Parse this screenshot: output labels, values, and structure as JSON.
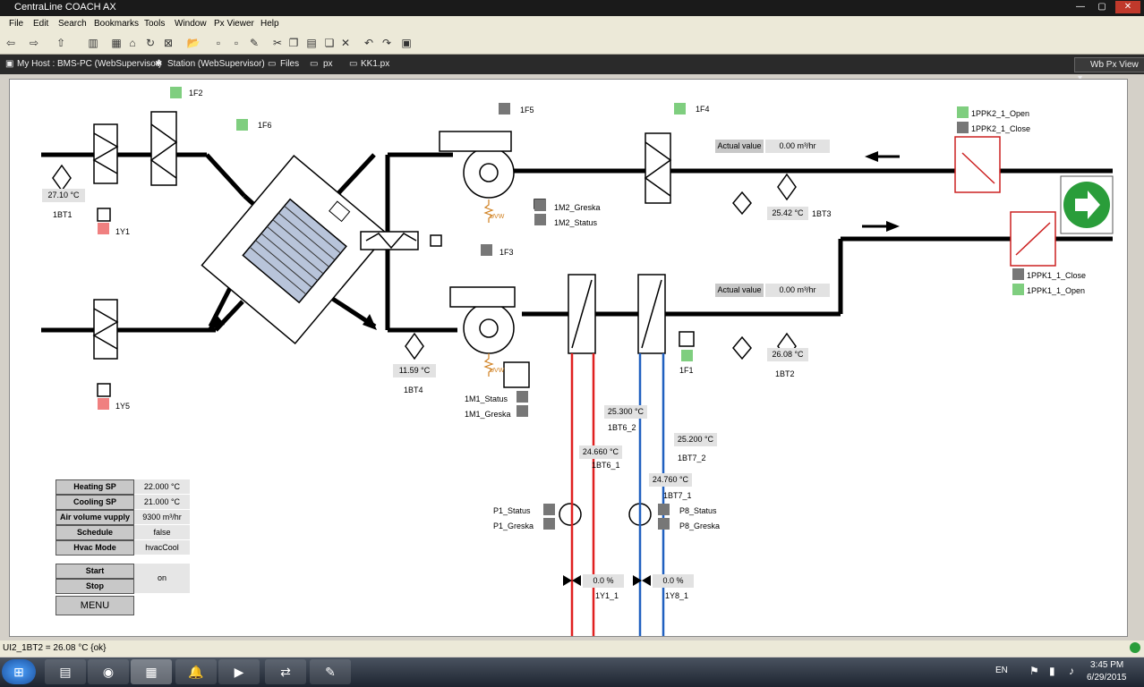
{
  "window": {
    "title": "CentraLine COACH AX"
  },
  "menu": [
    "File",
    "Edit",
    "Search",
    "Bookmarks",
    "Tools",
    "Window",
    "Px Viewer",
    "Help"
  ],
  "nav": {
    "host": "My Host : BMS-PC (WebSupervisor)",
    "station": "Station (WebSupervisor)",
    "files": "Files",
    "px": "px",
    "file": "KK1.px",
    "view": "Wb Px View"
  },
  "diagram": {
    "temps": {
      "bt1": "27.10 °C",
      "bt3": "25.42 °C",
      "bt4": "11.59 °C",
      "bt2": "26.08 °C",
      "bt6_2": "25.300 °C",
      "bt6_1": "24.660 °C",
      "bt7_2": "25.200 °C",
      "bt7_1": "24.760 °C"
    },
    "labels": {
      "bt1": "1BT1",
      "y1": "1Y1",
      "y5": "1Y5",
      "f2": "1F2",
      "f6": "1F6",
      "f5": "1F5",
      "f4": "1F4",
      "f3": "1F3",
      "f1": "1F1",
      "bt3": "1BT3",
      "bt4": "1BT4",
      "bt2": "1BT2",
      "bt6_2": "1BT6_2",
      "bt6_1": "1BT6_1",
      "bt7_2": "1BT7_2",
      "bt7_1": "1BT7_1",
      "m2_greska": "1M2_Greska",
      "m2_status": "1M2_Status",
      "m1_status": "1M1_Status",
      "m1_greska": "1M1_Greska",
      "ppk2_open": "1PPK2_1_Open",
      "ppk2_close": "1PPK2_1_Close",
      "ppk1_close": "1PPK1_1_Close",
      "ppk1_open": "1PPK1_1_Open",
      "p1_status": "P1_Status",
      "p1_greska": "P1_Greska",
      "p8_status": "P8_Status",
      "p8_greska": "P8_Greska",
      "y1_1": "1Y1_1",
      "y8_1": "1Y8_1",
      "uvw": "UVW"
    },
    "actual_label": "Actual value",
    "actual_top": "0.00 m³/hr",
    "actual_bottom": "0.00 m³/hr",
    "valve_y1": "0.0 %",
    "valve_y8": "0.0 %"
  },
  "panel": {
    "heating_sp_label": "Heating SP",
    "heating_sp": "22.000 °C",
    "cooling_sp_label": "Cooling SP",
    "cooling_sp": "21.000 °C",
    "air_label": "Air volume vupply",
    "air": "9300 m³/hr",
    "schedule_label": "Schedule",
    "schedule": "false",
    "hvac_label": "Hvac Mode",
    "hvac": "hvacCool",
    "start_label": "Start",
    "stop_label": "Stop",
    "state": "on",
    "menu_label": "MENU"
  },
  "status": {
    "text": "UI2_1BT2 = 26.08 °C {ok}"
  },
  "taskbar": {
    "lang": "EN",
    "time": "3:45 PM",
    "date": "6/29/2015"
  },
  "colors": {
    "heating_pipe": "#e02020",
    "cooling_pipe": "#2060c0",
    "status_green": "#7fce7f",
    "alarm_red": "#f08080",
    "duct": "#000000"
  }
}
